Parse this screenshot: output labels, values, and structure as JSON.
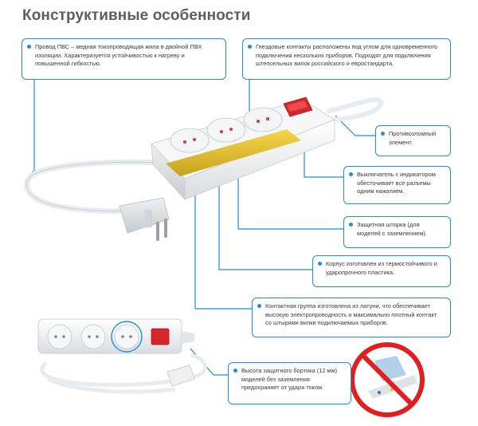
{
  "title": "Конструктивные особенности",
  "colors": {
    "accent": "#1e8fd0",
    "title": "#5b5f63",
    "switch": "#d7262b",
    "no_sign": "#e02020"
  },
  "callouts": {
    "cable": "Провод ПВС – медная токопроводящая жила в двойной ПВХ изоляции. Характеризуется устойчивостью к нагреву и повышенной гибкостью.",
    "contacts": "Гнездовые контакты расположены под углом для одновременного подключения нескольких приборов. Подходят для подключения штепсельных вилок российского и евростандарта.",
    "vandal": "Противозломный элемент.",
    "switch": "Выключатель с индикатором обесточивает все разъемы одним нажатием.",
    "shutter": "Защитная шторка (для моделей с заземлением).",
    "body": "Корпус изготовлен из термостойчивого и ударопрочного пластика.",
    "contact_group": "Контактная группа изготовлена из латуни, что обеспечивает высокую электропроводность и максимально плотный контакт со штырями вилки подключаемых приборов.",
    "rim": "Высота защитного бортика (12 мм) моделей без заземления предохраняет от удара током."
  },
  "icons": [
    "no-entry-sign-icon",
    "power-strip-image",
    "plug-image",
    "small-power-strip-image"
  ]
}
